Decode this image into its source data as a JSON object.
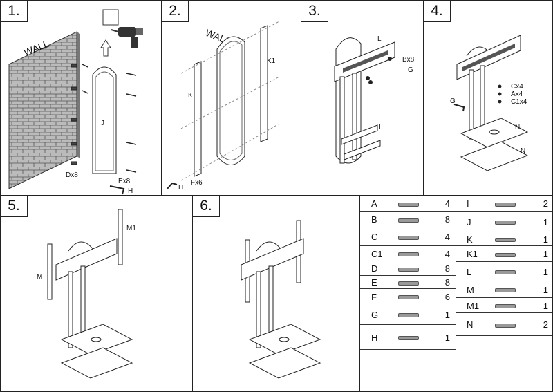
{
  "steps": [
    {
      "number": "1.",
      "labels": {
        "wall": "WALL",
        "j": "J",
        "d": "Dx8",
        "e": "Ex8",
        "h": "H"
      }
    },
    {
      "number": "2.",
      "labels": {
        "wall": "WALL",
        "k": "K",
        "k1": "K1",
        "f": "Fx6",
        "h": "H"
      }
    },
    {
      "number": "3.",
      "labels": {
        "l": "L",
        "b": "Bx8",
        "g": "G",
        "i": "I"
      }
    },
    {
      "number": "4.",
      "labels": {
        "g": "G",
        "c": "Cx4",
        "a": "Ax4",
        "c1": "C1x4",
        "n1": "N",
        "n2": "N"
      }
    },
    {
      "number": "5.",
      "labels": {
        "m": "M",
        "m1": "M1"
      }
    },
    {
      "number": "6.",
      "labels": {}
    }
  ],
  "parts_left": [
    {
      "label": "A",
      "qty": "4",
      "icon": "screw-a-icon"
    },
    {
      "label": "B",
      "qty": "8",
      "icon": "bolt-b-icon"
    },
    {
      "label": "C",
      "qty": "4",
      "icon": "cap-c-icon"
    },
    {
      "label": "C1",
      "qty": "4",
      "icon": "cap-c1-icon"
    },
    {
      "label": "D",
      "qty": "8",
      "icon": "anchor-d-icon"
    },
    {
      "label": "E",
      "qty": "8",
      "icon": "screw-e-icon"
    },
    {
      "label": "F",
      "qty": "6",
      "icon": "screw-f-icon"
    },
    {
      "label": "G",
      "qty": "1",
      "icon": "hex-key-g-icon"
    },
    {
      "label": "H",
      "qty": "1",
      "icon": "hex-key-h-icon"
    }
  ],
  "parts_right": [
    {
      "label": "I",
      "qty": "2",
      "icon": "bracket-i-icon"
    },
    {
      "label": "J",
      "qty": "1",
      "icon": "plate-j-icon"
    },
    {
      "label": "K",
      "qty": "1",
      "icon": "rail-k-icon"
    },
    {
      "label": "K1",
      "qty": "1",
      "icon": "rail-k1-icon"
    },
    {
      "label": "L",
      "qty": "1",
      "icon": "bracket-l-icon"
    },
    {
      "label": "M",
      "qty": "1",
      "icon": "arm-m-icon"
    },
    {
      "label": "M1",
      "qty": "1",
      "icon": "arm-m1-icon"
    },
    {
      "label": "N",
      "qty": "2",
      "icon": "shelf-n-icon"
    }
  ]
}
